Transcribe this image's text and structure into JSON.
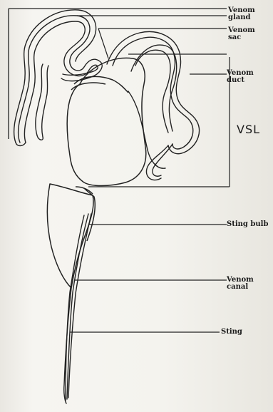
{
  "labels": {
    "venom_gland": "Venom gland",
    "venom_sac": "Venom sac",
    "venom_duct": "Venom duct",
    "vsl": "VSL",
    "sting_bulb": "Sting bulb",
    "venom_canal": "Venom canal",
    "sting": "Sting"
  },
  "colors": {
    "ink": "#1b1b1b",
    "paper": "#f2f1ec"
  }
}
